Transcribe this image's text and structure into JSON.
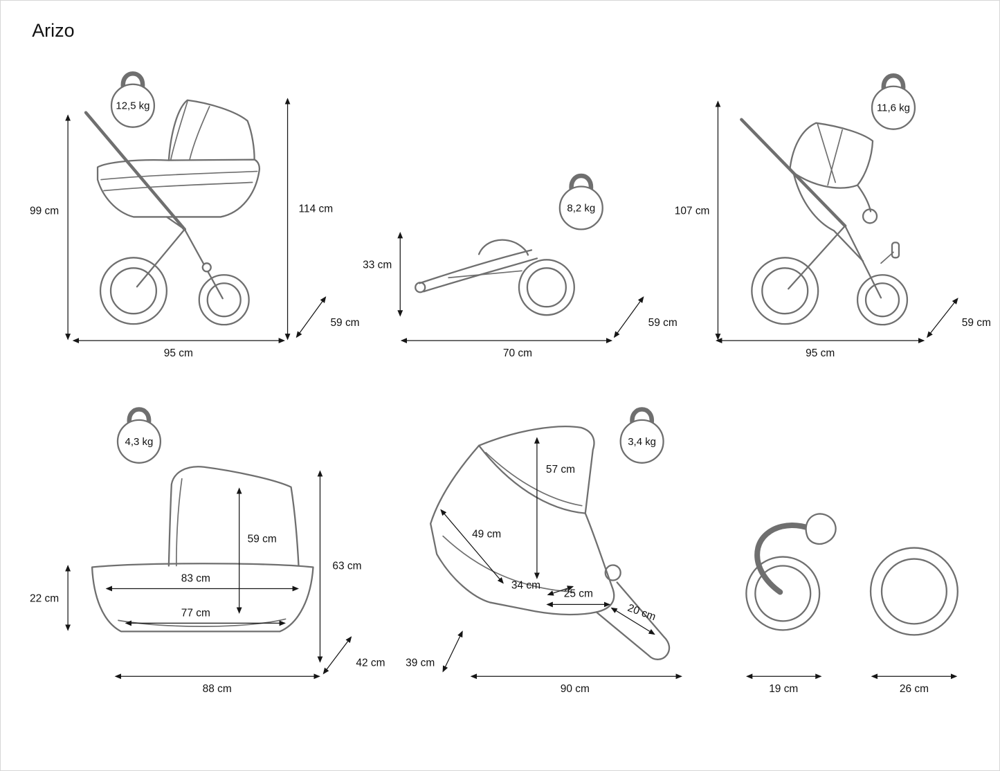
{
  "page": {
    "title": "Arizo",
    "background": "#ffffff",
    "drawing_color": "#6f6f6f",
    "dimension_color": "#161616"
  },
  "figures": {
    "pram": {
      "weight": "12,5 kg",
      "height_handle": "99 cm",
      "height_total": "114 cm",
      "length": "95 cm",
      "width": "59 cm"
    },
    "folded": {
      "weight": "8,2 kg",
      "height": "33 cm",
      "length": "70 cm",
      "width": "59 cm"
    },
    "pushchair": {
      "weight": "11,6 kg",
      "height": "107 cm",
      "length": "95 cm",
      "width": "59 cm"
    },
    "carrycot": {
      "weight": "4,3 kg",
      "basket_depth": "22 cm",
      "hood_height": "59 cm",
      "outer_length": "83 cm",
      "inner_length": "77 cm",
      "total_height": "63 cm",
      "length": "88 cm",
      "width": "42 cm"
    },
    "seat": {
      "weight": "3,4 kg",
      "backrest_height": "57 cm",
      "backrest_length": "49 cm",
      "seat_depth": "34 cm",
      "seat_width": "25 cm",
      "legrest_length": "20 cm",
      "width": "39 cm",
      "length": "90 cm"
    },
    "wheels": {
      "front_diameter": "19 cm",
      "rear_diameter": "26 cm"
    }
  }
}
